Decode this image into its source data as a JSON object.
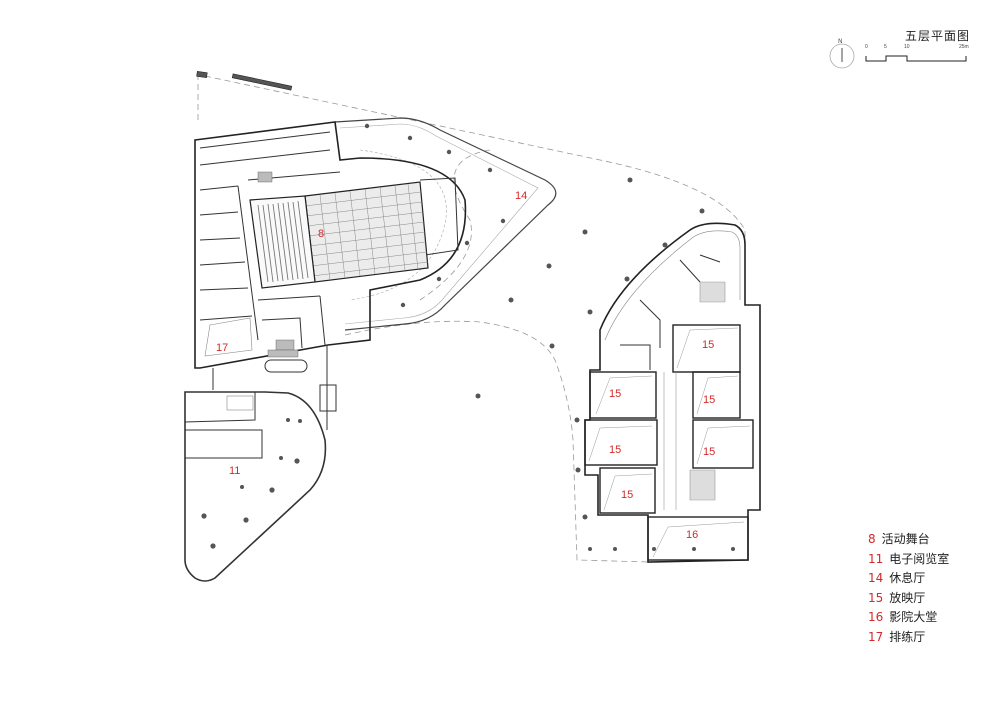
{
  "header": {
    "title": "五层平面图",
    "north_label": "N",
    "scale_ticks": [
      "0",
      "5",
      "10",
      "25m"
    ]
  },
  "legend": {
    "items": [
      {
        "num": "8",
        "label": "活动舞台"
      },
      {
        "num": "11",
        "label": "电子阅览室"
      },
      {
        "num": "14",
        "label": "休息厅"
      },
      {
        "num": "15",
        "label": "放映厅"
      },
      {
        "num": "16",
        "label": "影院大堂"
      },
      {
        "num": "17",
        "label": "排练厅"
      }
    ]
  },
  "rooms": [
    {
      "id": "8",
      "label": "8"
    },
    {
      "id": "11",
      "label": "11"
    },
    {
      "id": "14",
      "label": "14"
    },
    {
      "id": "15a",
      "label": "15"
    },
    {
      "id": "15b",
      "label": "15"
    },
    {
      "id": "15c",
      "label": "15"
    },
    {
      "id": "15d",
      "label": "15"
    },
    {
      "id": "15e",
      "label": "15"
    },
    {
      "id": "15f",
      "label": "15"
    },
    {
      "id": "16",
      "label": "16"
    },
    {
      "id": "17",
      "label": "17"
    }
  ],
  "colors": {
    "wall": "#222222",
    "label_red": "#d12a2a",
    "dashed": "#9a9a9a",
    "stage_fill": "#ececec",
    "column": "#555555"
  }
}
